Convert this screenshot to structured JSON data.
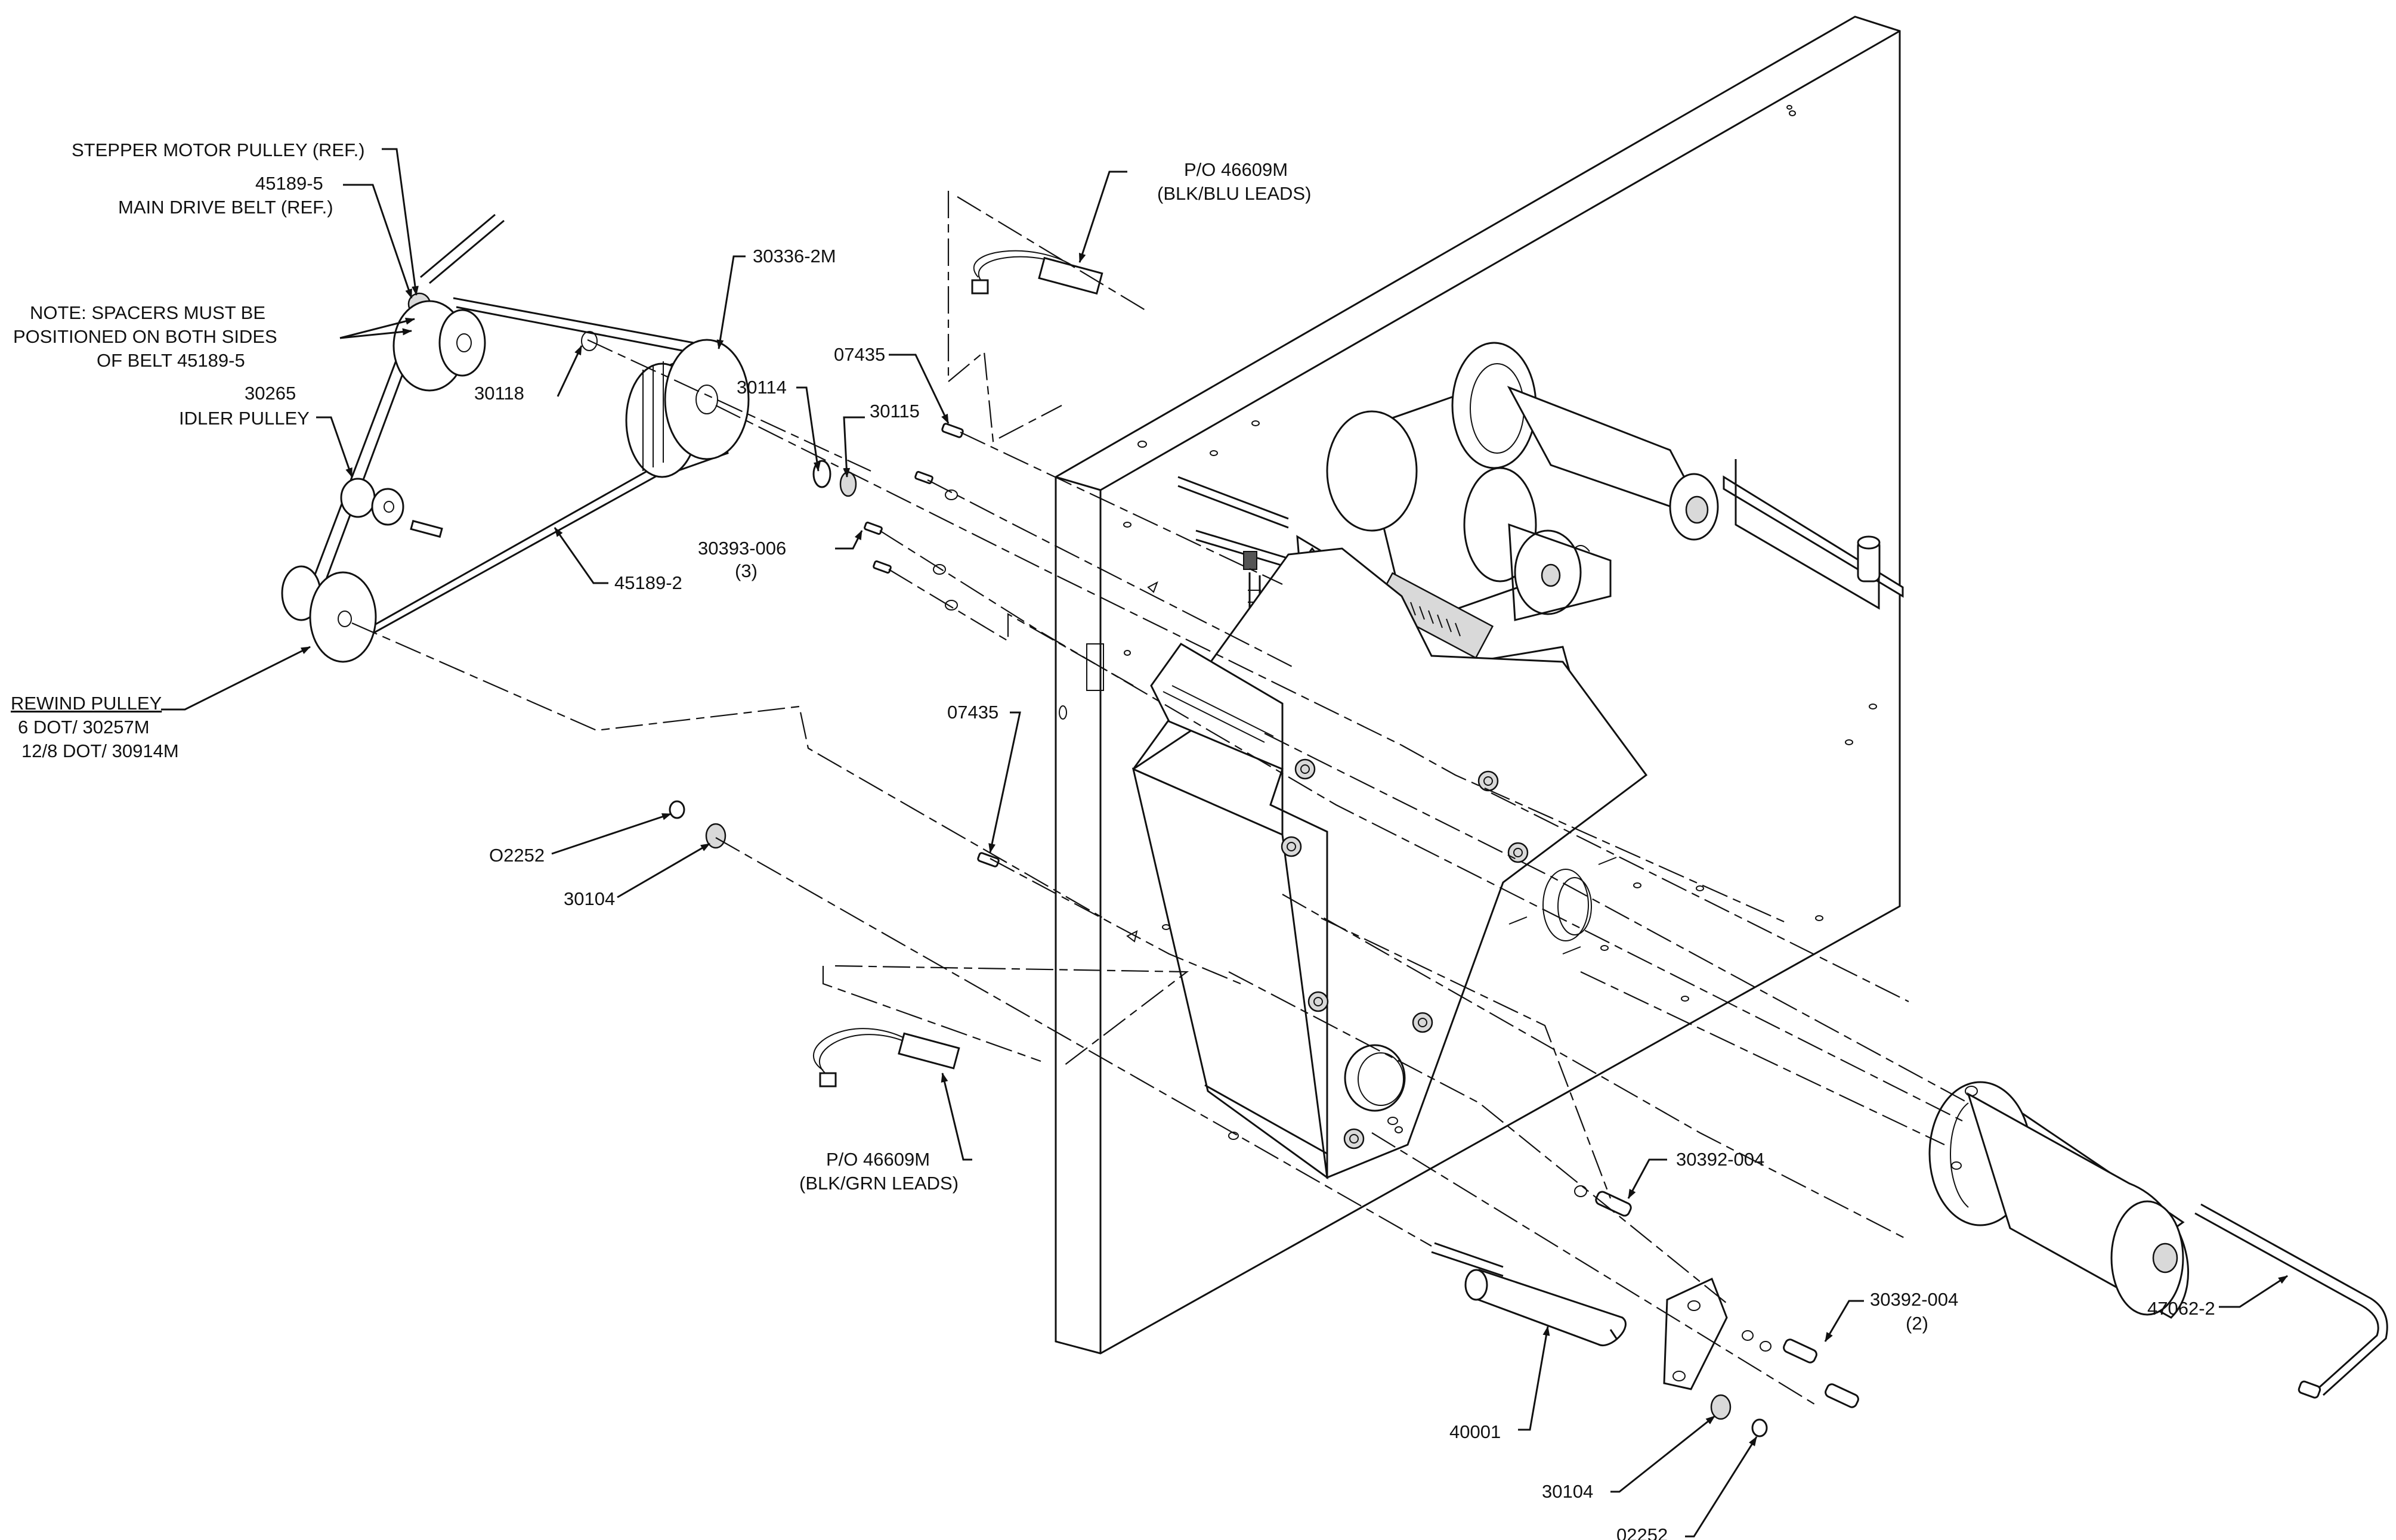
{
  "callouts": {
    "stepper_motor_pulley": "STEPPER MOTOR PULLEY (REF.)",
    "main_drive_belt_part": "45189-5",
    "main_drive_belt": "MAIN DRIVE BELT (REF.)",
    "note_line1": "NOTE: SPACERS MUST BE",
    "note_line2": "POSITIONED ON BOTH SIDES",
    "note_line3": "OF BELT 45189-5",
    "idler_pulley_part": "30265",
    "idler_pulley": "IDLER PULLEY",
    "part_30118": "30118",
    "part_30336_2m": "30336-2M",
    "part_30114": "30114",
    "part_30115": "30115",
    "part_07435_top": "07435",
    "part_30393_006": "30393-006",
    "qty_3": "(3)",
    "part_45189_2": "45189-2",
    "rewind_pulley": "REWIND PULLEY",
    "rewind_6dot": "6 DOT/ 30257M",
    "rewind_128dot": "12/8 DOT/ 30914M",
    "part_07435_mid": "07435",
    "part_o2252": "O2252",
    "part_30104_left": "30104",
    "po_blu_part": "P/O 46609M",
    "po_blu_leads": "(BLK/BLU LEADS)",
    "po_grn_part": "P/O 46609M",
    "po_grn_leads": "(BLK/GRN LEADS)",
    "part_30392_004_a": "30392-004",
    "part_30392_004_b": "30392-004",
    "qty_2": "(2)",
    "part_47062_2": "47062-2",
    "part_40001": "40001",
    "part_30104_bottom": "30104",
    "part_02252_bottom": "02252"
  }
}
